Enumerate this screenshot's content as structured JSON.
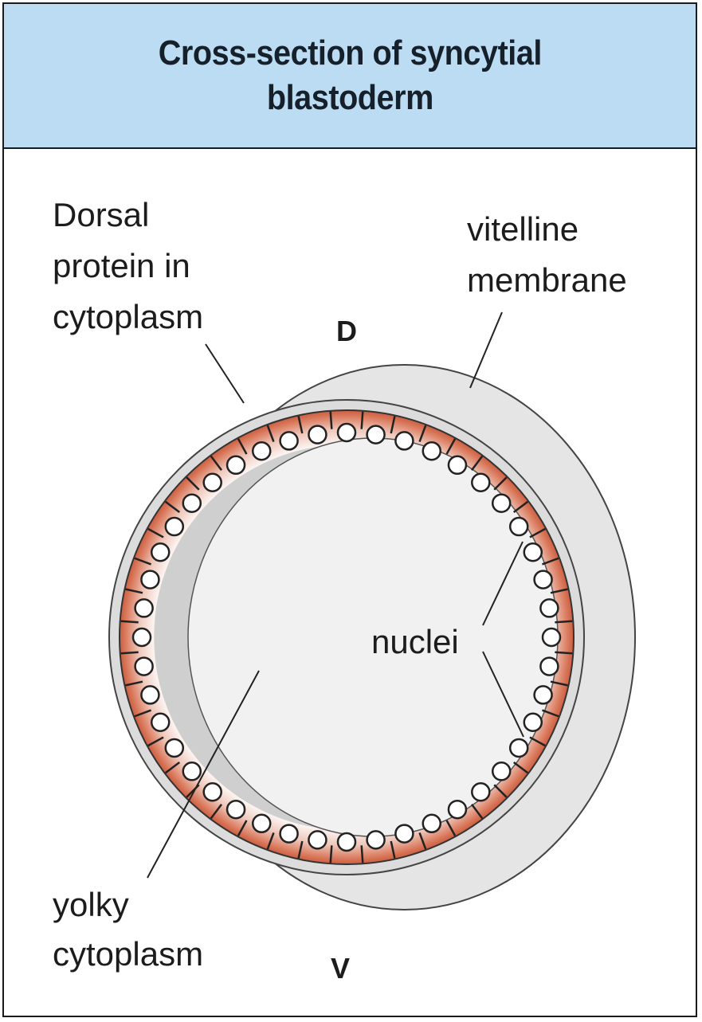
{
  "title": {
    "line1": "Cross-section of syncytial",
    "line2": "blastoderm"
  },
  "labels": {
    "dorsal_protein": [
      "Dorsal",
      "protein in",
      "cytoplasm"
    ],
    "vitelline_membrane": [
      "vitelline",
      "membrane"
    ],
    "nuclei": "nuclei",
    "yolky_cytoplasm": [
      "yolky",
      "cytoplasm"
    ],
    "dorsal_pole": "D",
    "ventral_pole": "V"
  },
  "colors": {
    "header_background": "#bcdcf3",
    "dorsal_protein_gradient": "#c9502f",
    "membrane_fill": "#e6e6e6",
    "yolk_fill": "#f1f1f1"
  }
}
